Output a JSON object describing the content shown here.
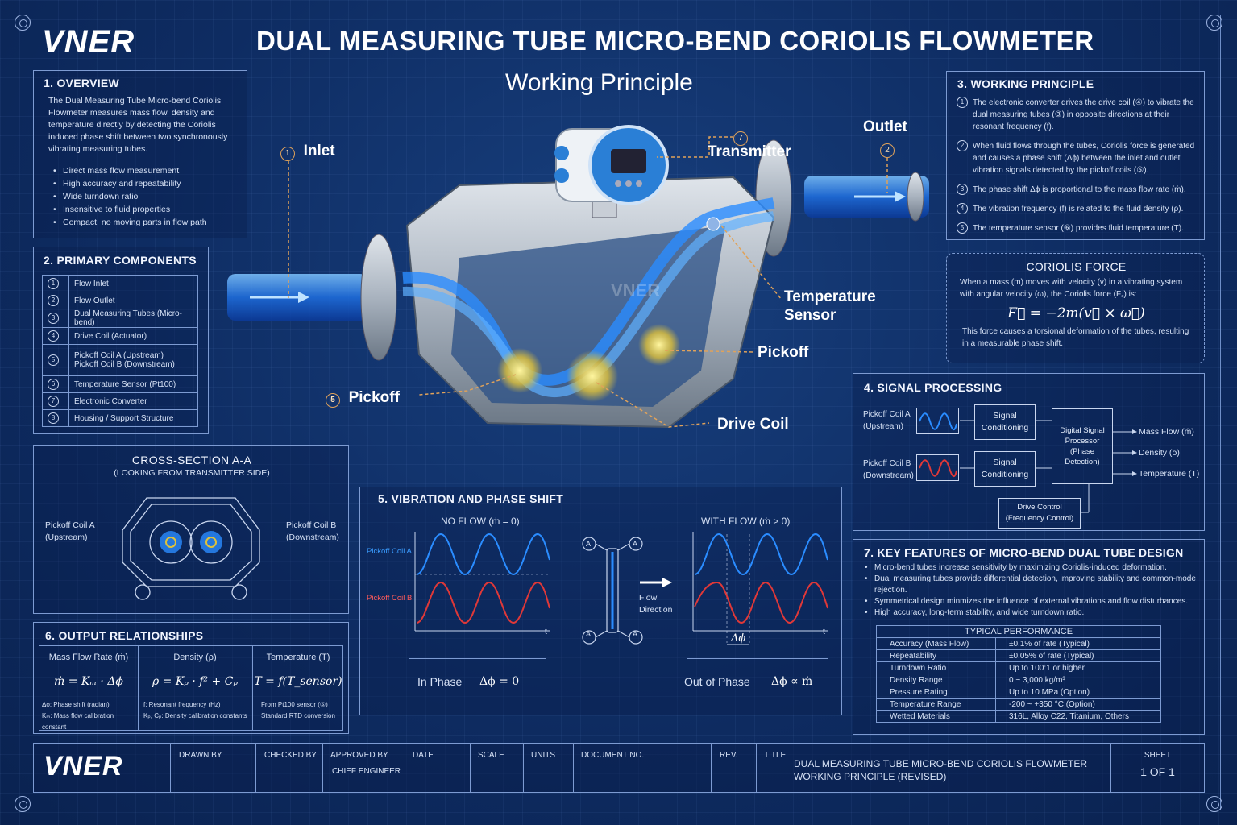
{
  "brand": "VNER",
  "title": "DUAL MEASURING TUBE MICRO-BEND CORIOLIS FLOWMETER",
  "subtitle": "Working Principle",
  "callouts": {
    "inlet_num": "1",
    "inlet": "Inlet",
    "outlet_num": "2",
    "outlet": "Outlet",
    "transmitter_num": "7",
    "transmitter": "Transmitter",
    "temp_line1": "Temperature",
    "temp_line2": "Sensor",
    "pickoff_right": "Pickoff",
    "pickoff_left_num": "5",
    "pickoff_left": "Pickoff",
    "drive_coil": "Drive Coil",
    "watermark": "VNER"
  },
  "overview": {
    "title": "1. OVERVIEW",
    "text": "The Dual Measuring Tube Micro-bend Coriolis Flowmeter measures mass flow, density and temperature directly by detecting the Coriolis induced phase shift between two synchronously vibrating measuring tubes.",
    "bullets": [
      "Direct mass flow measurement",
      "High accuracy and repeatability",
      "Wide turndown ratio",
      "Insensitive to fluid properties",
      "Compact, no moving parts in flow path"
    ]
  },
  "components": {
    "title": "2. PRIMARY COMPONENTS",
    "rows": [
      {
        "n": "1",
        "label": "Flow Inlet"
      },
      {
        "n": "2",
        "label": "Flow Outlet"
      },
      {
        "n": "3",
        "label": "Dual Measuring Tubes (Micro-bend)"
      },
      {
        "n": "4",
        "label": "Drive Coil (Actuator)"
      },
      {
        "n": "5",
        "label": "Pickoff Coil A (Upstream)",
        "label2": "Pickoff Coil B (Downstream)"
      },
      {
        "n": "6",
        "label": "Temperature Sensor (Pt100)"
      },
      {
        "n": "7",
        "label": "Electronic Converter"
      },
      {
        "n": "8",
        "label": "Housing / Support Structure"
      }
    ]
  },
  "cross_section": {
    "title": "CROSS-SECTION A-A",
    "subtitle": "(LOOKING FROM TRANSMITTER SIDE)",
    "left_l1": "Pickoff Coil A",
    "left_l2": "(Upstream)",
    "right_l1": "Pickoff Coil B",
    "right_l2": "(Downstream)"
  },
  "output": {
    "title": "6. OUTPUT RELATIONSHIPS",
    "cols": [
      {
        "head": "Mass Flow Rate (ṁ)",
        "formula": "ṁ = Kₘ · Δϕ",
        "n1": "Δϕ: Phase shift (radian)",
        "n2": "Kₘ: Mass flow calibration constant"
      },
      {
        "head": "Density (ρ)",
        "formula": "ρ = Kₚ · f² + Cₚ",
        "n1": "f: Resonant frequency (Hz)",
        "n2": "Kₚ, Cₚ: Density calibration constants"
      },
      {
        "head": "Temperature (T)",
        "formula": "T = f(T_sensor)",
        "n1": "From Pt100 sensor (⑥)",
        "n2": "Standard RTD conversion"
      }
    ]
  },
  "vibration": {
    "title": "5. VIBRATION AND PHASE SHIFT",
    "no_flow": "NO FLOW (ṁ = 0)",
    "with_flow": "WITH FLOW (ṁ > 0)",
    "coil_a": "Pickoff Coil A",
    "coil_b": "Pickoff Coil B",
    "t": "t",
    "A": "A",
    "flow_l1": "Flow",
    "flow_l2": "Direction",
    "dphi": "Δϕ",
    "in_phase": "In Phase",
    "in_phase_eq": "Δϕ = 0",
    "out_phase": "Out of Phase",
    "out_phase_eq": "Δϕ ∝ ṁ"
  },
  "working": {
    "title": "3. WORKING PRINCIPLE",
    "items": [
      {
        "n": "1",
        "text": "The electronic converter drives the drive coil (④) to vibrate the dual measuring tubes (③) in opposite directions at their resonant frequency (f)."
      },
      {
        "n": "2",
        "text": "When fluid flows through the tubes, Coriolis force is generated and causes a phase shift (Δϕ) between the inlet and outlet vibration signals detected by the pickoff coils (⑤)."
      },
      {
        "n": "3",
        "text": "The phase shift Δϕ is proportional to the mass flow rate (ṁ)."
      },
      {
        "n": "4",
        "text": "The vibration frequency (f) is related to the fluid density (ρ)."
      },
      {
        "n": "5",
        "text": "The temperature sensor (⑥) provides fluid temperature (T)."
      }
    ]
  },
  "coriolis": {
    "title": "CORIOLIS FORCE",
    "text1": "When a mass (m) moves with velocity (v) in a vibrating system with angular velocity (ω), the Coriolis force (F꜀) is:",
    "formula": "F꜀ = −2m(v⃗ × ω⃗)",
    "text2": "This force causes a torsional deformation of the tubes, resulting in a measurable phase shift."
  },
  "signal": {
    "title": "4. SIGNAL PROCESSING",
    "coil_a_l1": "Pickoff Coil A",
    "coil_a_l2": "(Upstream)",
    "coil_b_l1": "Pickoff Coil B",
    "coil_b_l2": "(Downstream)",
    "cond_l1": "Signal",
    "cond_l2": "Conditioning",
    "dsp_l1": "Digital Signal",
    "dsp_l2": "Processor",
    "dsp_l3": "(Phase Detection)",
    "drive_l1": "Drive Control",
    "drive_l2": "(Frequency Control)",
    "out1": "Mass Flow (ṁ)",
    "out2": "Density (ρ)",
    "out3": "Temperature (T)"
  },
  "features": {
    "title": "7. KEY FEATURES OF MICRO-BEND DUAL TUBE DESIGN",
    "bullets": [
      "Micro-bend tubes increase sensitivity by maximizing Coriolis-induced deformation.",
      "Dual measuring tubes provide differential detection, improving stability and common-mode rejection.",
      "Symmetrical design minmizes the influence of external vibrations and flow disturbances.",
      "High accuracy, long-term stability, and wide turndown ratio."
    ],
    "perf_title": "TYPICAL PERFORMANCE",
    "perf": [
      [
        "Accuracy (Mass Flow)",
        "±0.1% of rate (Typical)"
      ],
      [
        "Repeatability",
        "±0.05% of rate (Typical)"
      ],
      [
        "Turndown Ratio",
        "Up to 100:1 or higher"
      ],
      [
        "Density Range",
        "0 ~ 3,000 kg/m³"
      ],
      [
        "Pressure Rating",
        "Up to 10 MPa (Option)"
      ],
      [
        "Temperature Range",
        "-200 ~ +350 °C (Option)"
      ],
      [
        "Wetted Materials",
        "316L, Alloy C22, Titanium, Others"
      ]
    ]
  },
  "title_block": {
    "drawn": "DRAWN BY",
    "checked": "CHECKED BY",
    "approved": "APPROVED BY",
    "approver": "CHIEF ENGINEER",
    "date": "DATE",
    "scale": "SCALE",
    "units": "UNITS",
    "docno": "DOCUMENT NO.",
    "rev": "REV.",
    "title_label": "TITLE",
    "title_l1": "DUAL MEASURING TUBE MICRO-BEND CORIOLIS FLOWMETER",
    "title_l2": "WORKING PRINCIPLE (REVISED)",
    "sheet_label": "SHEET",
    "sheet": "1 OF 1"
  },
  "colors": {
    "background": "#0e2c62",
    "accent_blue": "#2a8cff",
    "signal_red": "#e03838",
    "callout_orange": "#e0a25a"
  }
}
